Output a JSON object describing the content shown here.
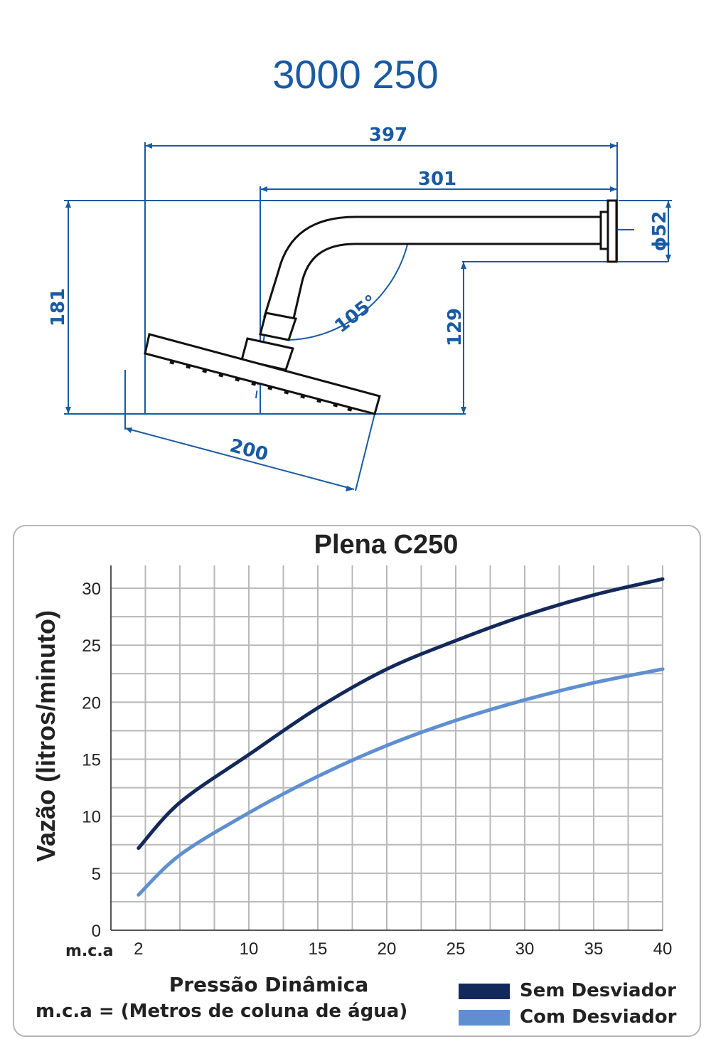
{
  "product_code": "3000 250",
  "dimensions": {
    "total_length": "397",
    "arm_length": "301",
    "total_height": "181",
    "outlet_height": "129",
    "head_width": "200",
    "angle": "105°",
    "diameter": "ϕ52"
  },
  "footnote": "m.c.a = (Metros de coluna de água)",
  "colors": {
    "dimension": "#1a5aa3",
    "sem_desviador": "#13295a",
    "com_desviador": "#5f8fd1",
    "grid": "#b8b8b8"
  },
  "chart_data": {
    "type": "line",
    "title": "Plena C250",
    "ylabel": "Vazão (litros/minuto)",
    "xlabel": "Pressão Dinâmica",
    "x_unit": "m.c.a",
    "xlim": [
      0,
      40
    ],
    "ylim": [
      0,
      32
    ],
    "x_ticks": [
      2,
      10,
      15,
      20,
      25,
      30,
      35,
      40
    ],
    "y_ticks": [
      0,
      5,
      10,
      15,
      20,
      25,
      30
    ],
    "grid": true,
    "legend_position": "bottom-right",
    "series": [
      {
        "name": "Sem Desviador",
        "x": [
          2,
          5,
          10,
          15,
          20,
          25,
          30,
          35,
          40
        ],
        "y": [
          7.2,
          11.2,
          15.4,
          19.5,
          22.9,
          25.4,
          27.6,
          29.4,
          30.8
        ]
      },
      {
        "name": "Com Desviador",
        "x": [
          2,
          5,
          10,
          15,
          20,
          25,
          30,
          35,
          40
        ],
        "y": [
          3.1,
          6.6,
          10.3,
          13.5,
          16.2,
          18.4,
          20.2,
          21.7,
          22.9
        ]
      }
    ]
  }
}
